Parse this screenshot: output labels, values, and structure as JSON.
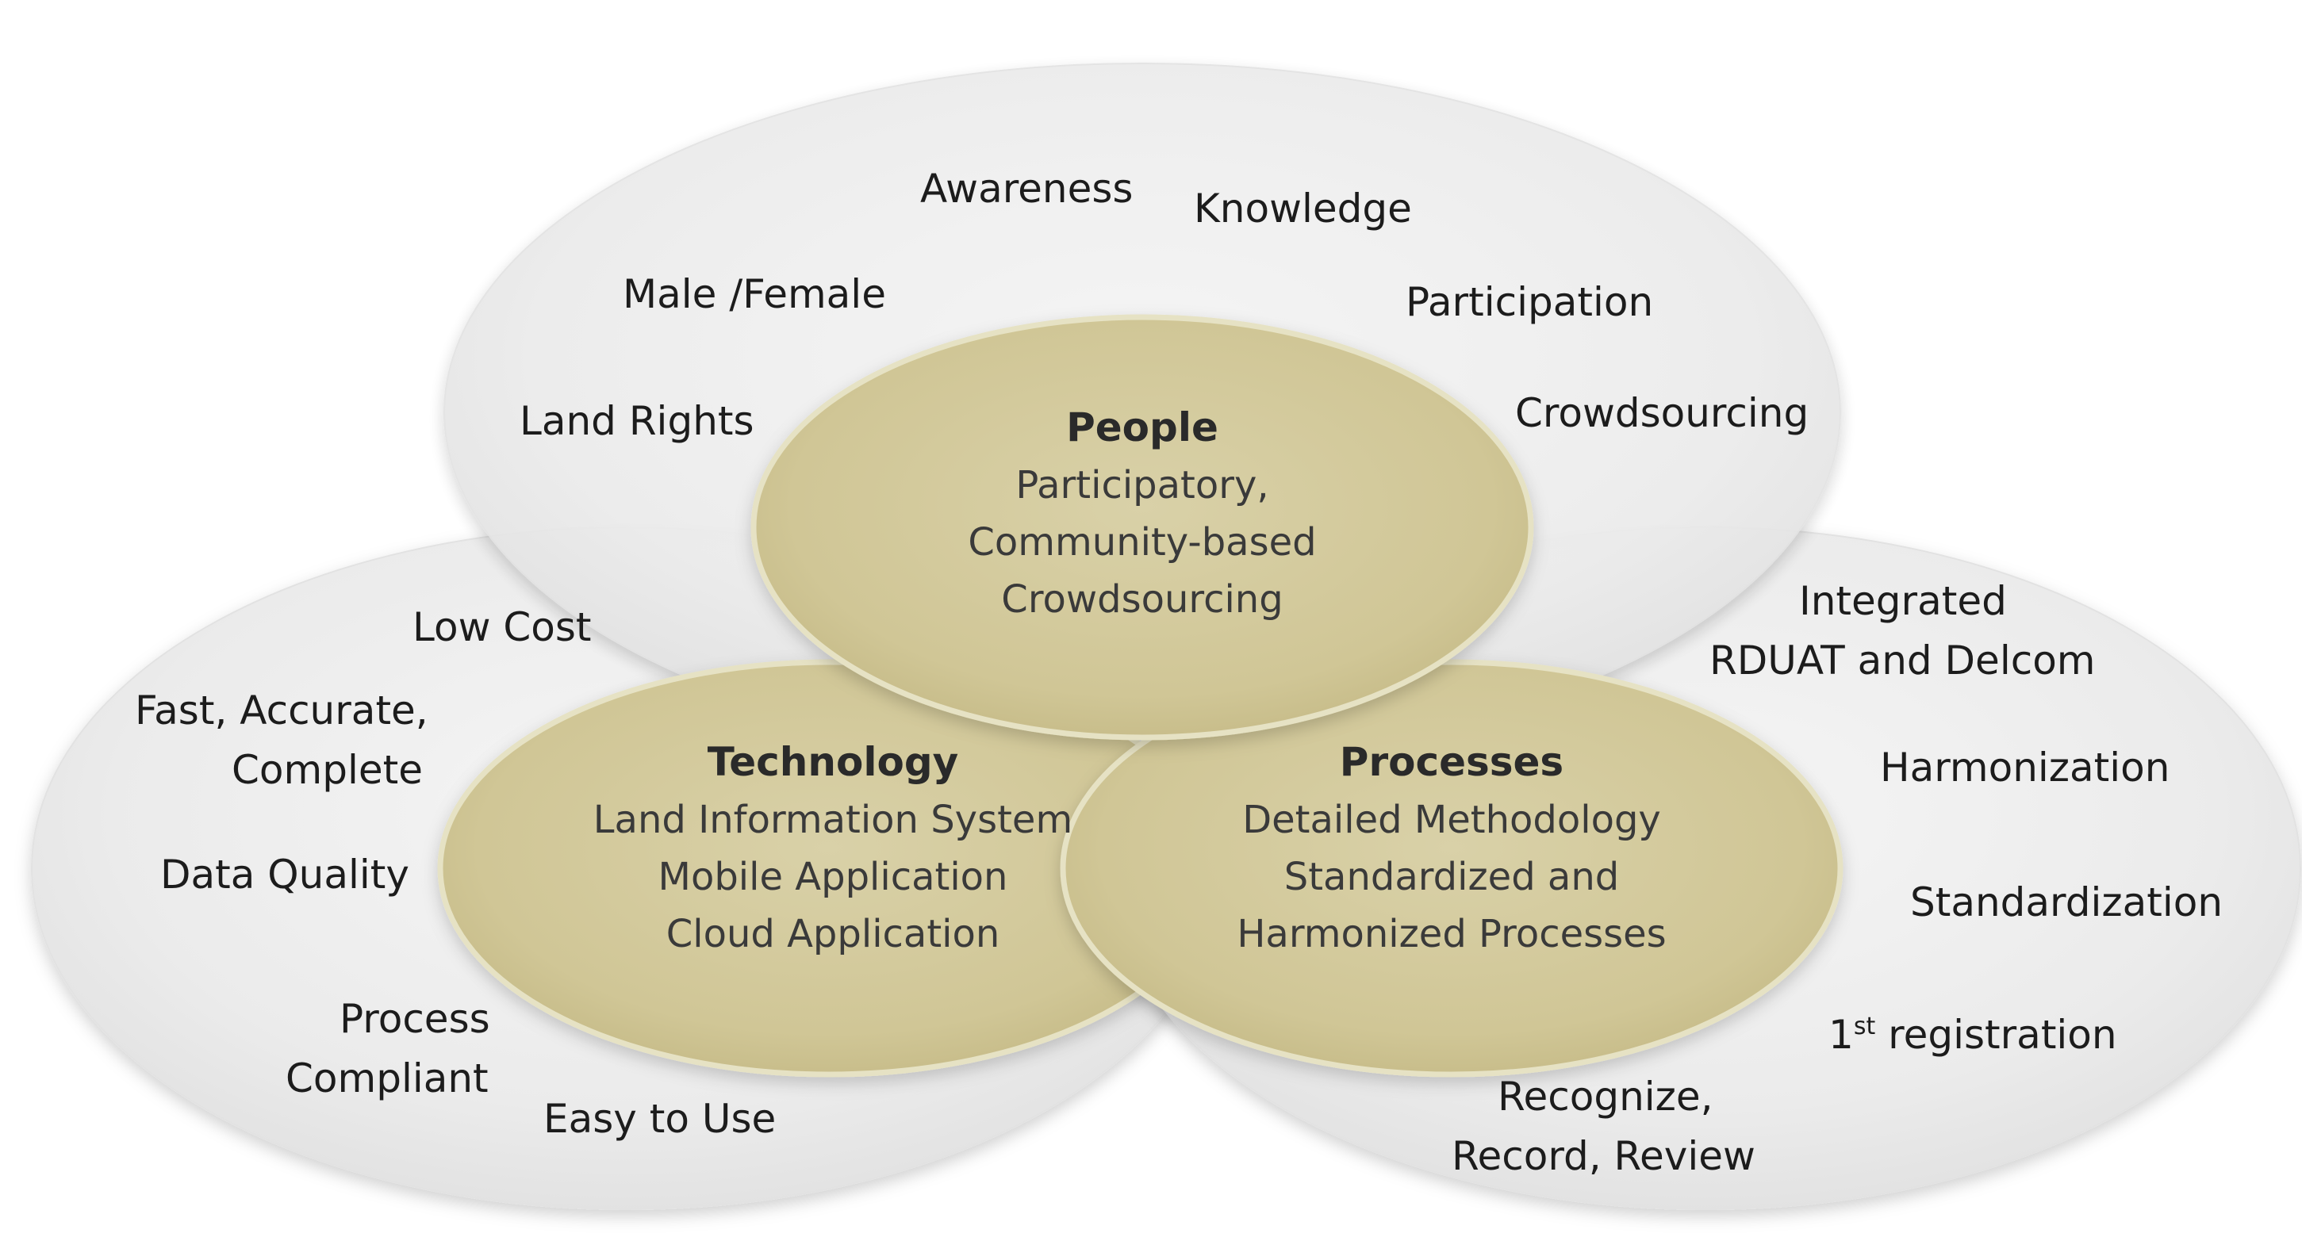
{
  "people": {
    "title": "People",
    "lines": [
      "Participatory,",
      "Community-based",
      "Crowdsourcing"
    ],
    "attributes": {
      "awareness": "Awareness",
      "knowledge": "Knowledge",
      "male_female": "Male /Female",
      "participation": "Participation",
      "land_rights": "Land Rights",
      "crowdsourcing": "Crowdsourcing"
    }
  },
  "technology": {
    "title": "Technology",
    "lines": [
      "Land Information System",
      "Mobile Application",
      "Cloud Application"
    ],
    "attributes": {
      "low_cost": "Low Cost",
      "fast_accurate_1": "Fast, Accurate,",
      "fast_accurate_2": "Complete",
      "data_quality": "Data Quality",
      "process_compliant_1": "Process",
      "process_compliant_2": "Compliant",
      "easy_to_use": "Easy to Use"
    }
  },
  "processes": {
    "title": "Processes",
    "lines": [
      "Detailed Methodology",
      "Standardized and",
      "Harmonized Processes"
    ],
    "attributes": {
      "integrated_1": "Integrated",
      "integrated_2": "RDUAT and Delcom",
      "harmonization": "Harmonization",
      "standardization": "Standardization",
      "first_registration_num": "1",
      "first_registration_sup": "st",
      "first_registration_rest": " registration",
      "recognize_1": "Recognize,",
      "recognize_2": "Record, Review"
    }
  },
  "colors": {
    "outer_fill": "#e9e9e9",
    "core_fill": "#d2c89a",
    "core_stroke": "#e6e2c4",
    "text": "#1c1c1c"
  }
}
